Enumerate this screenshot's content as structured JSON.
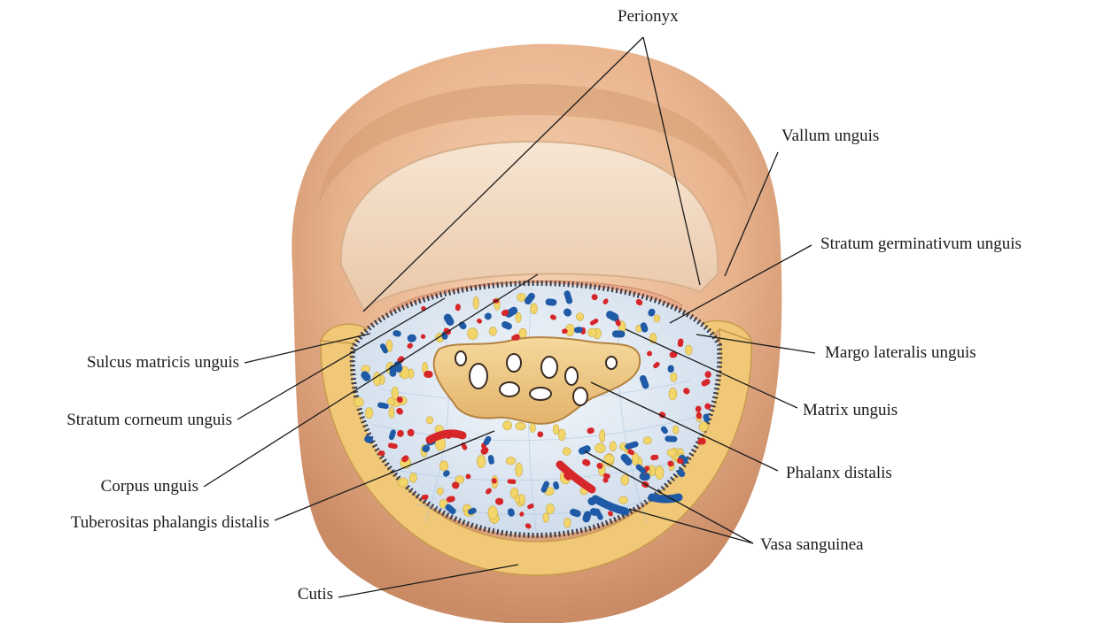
{
  "labels": {
    "perionyx": "Perionyx",
    "vallum_unguis": "Vallum unguis",
    "stratum_germinativum_unguis": "Stratum germinativum unguis",
    "margo_lateralis_unguis": "Margo lateralis unguis",
    "matrix_unguis": "Matrix unguis",
    "phalanx_distalis": "Phalanx distalis",
    "vasa_sanguinea": "Vasa sanguinea",
    "sulcus_matricis_unguis": "Sulcus matricis unguis",
    "stratum_corneum_unguis": "Stratum corneum unguis",
    "corpus_unguis": "Corpus unguis",
    "tuberositas_phalangis_distalis": "Tuberositas phalangis distalis",
    "cutis": "Cutis"
  },
  "colors": {
    "skin": "#e8b48e",
    "skin_shadow": "#c98a64",
    "nail_plate": "#f3dcc4",
    "matrix_band": "#f0c878",
    "bone": "#efc886",
    "vessel_artery": "#d7262a",
    "vessel_vein": "#1f5aa6",
    "fat": "#f2d66a",
    "tissue": "#dfe9f2",
    "leader_line": "#1a1a1a"
  }
}
